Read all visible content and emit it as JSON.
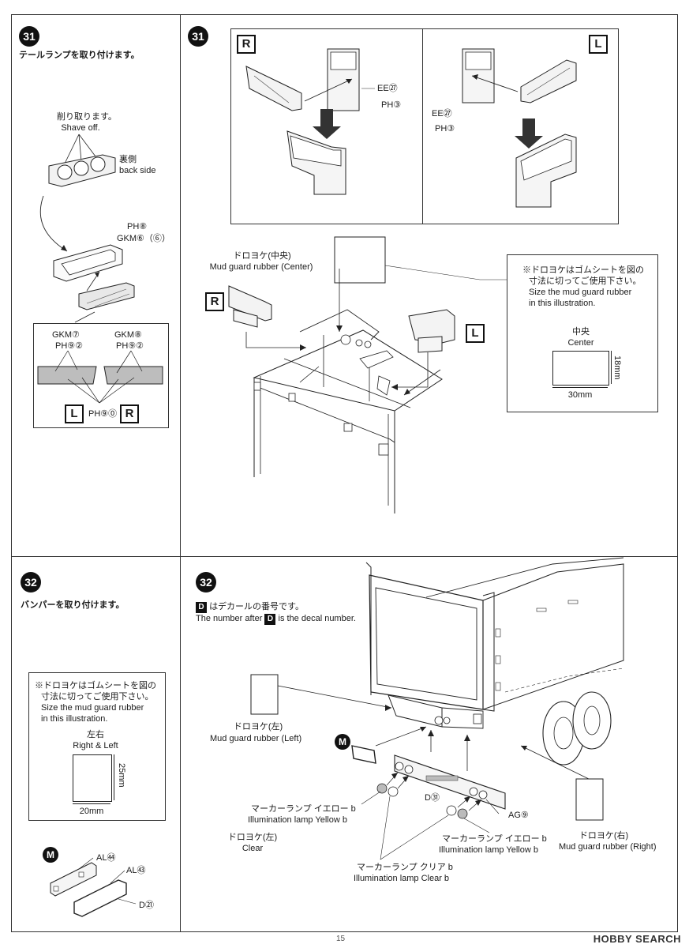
{
  "page_number": "15",
  "watermark": "HOBBY SEARCH",
  "step31": {
    "num": "31",
    "instruction": "テールランプを取り付けます。",
    "shave_jp": "削り取ります。",
    "shave_en": "Shave off.",
    "back_jp": "裏側",
    "back_en": "back side",
    "ph8": "PH⑧",
    "gkm6": "GKM⑥（⑥）",
    "gkm7": "GKM⑦",
    "gkm8": "GKM⑧",
    "ph92_l": "PH⑨②",
    "ph92_r": "PH⑨②",
    "ph90": "PH⑨⓪",
    "label_L": "L",
    "label_R": "R",
    "right_panel": {
      "r_label": "R",
      "l_label": "L",
      "ee27_r": "EE㉗",
      "ph3_r": "PH③",
      "ee27_l": "EE㉗",
      "ph3_l": "PH③"
    },
    "mud_center_jp": "ドロヨケ(中央)",
    "mud_center_en": "Mud guard rubber (Center)",
    "mud_R": "R",
    "mud_L": "L",
    "note_jp1": "※ドロヨケはゴムシートを図の",
    "note_jp2": "寸法に切ってご使用下さい。",
    "note_en1": "Size the mud guard rubber",
    "note_en2": "in this illustration.",
    "center_jp": "中央",
    "center_en": "Center",
    "dim_h": "18mm",
    "dim_w": "30mm"
  },
  "step32": {
    "num": "32",
    "instruction": "バンパーを取り付けます。",
    "note_jp1": "※ドロヨケはゴムシートを図の",
    "note_jp2": "寸法に切ってご使用下さい。",
    "note_en1": "Size the mud guard rubber",
    "note_en2": "in this illustration.",
    "rl_jp": "左右",
    "rl_en": "Right & Left",
    "dim_h": "25mm",
    "dim_w": "20mm",
    "m_label": "M",
    "al54": "AL㊹",
    "al53": "AL㊸",
    "d21": "D㉑",
    "decal_note_jp": "はデカールの番号です。",
    "decal_note_en_pre": "The number after",
    "decal_note_en_post": "is the decal number.",
    "d_box": "D",
    "mud_left_jp": "ドロヨケ(左)",
    "mud_left_en": "Mud guard rubber (Left)",
    "mud_right_jp": "ドロヨケ(右)",
    "mud_right_en": "Mud guard rubber (Right)",
    "d31": "D㉛",
    "ag9": "AG⑨",
    "marker_y1_jp": "マーカーランプ イエロー b",
    "marker_y1_en": "Illumination lamp Yellow b",
    "clear_jp": "ドロヨケ(左)",
    "clear_en": "Clear",
    "marker_y2_jp": "マーカーランプ イエロー b",
    "marker_y2_en": "Illumination lamp Yellow b",
    "marker_c_jp": "マーカーランプ クリア b",
    "marker_c_en": "Illumination lamp Clear b"
  }
}
